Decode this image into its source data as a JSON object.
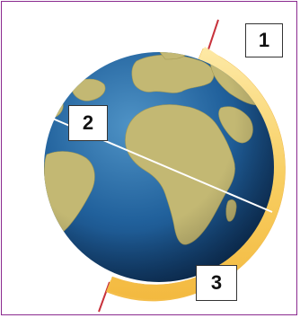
{
  "labels": {
    "one": "1",
    "two": "2",
    "three": "3"
  },
  "colors": {
    "frame_border": "#8b2a8f",
    "ocean": "#1f5d97",
    "land": "#c3b873",
    "sunlight_band": "#f7c95a",
    "axis": "#c8323c",
    "equator": "#ffffff"
  },
  "icons": {
    "globe": "earth-globe-icon"
  }
}
